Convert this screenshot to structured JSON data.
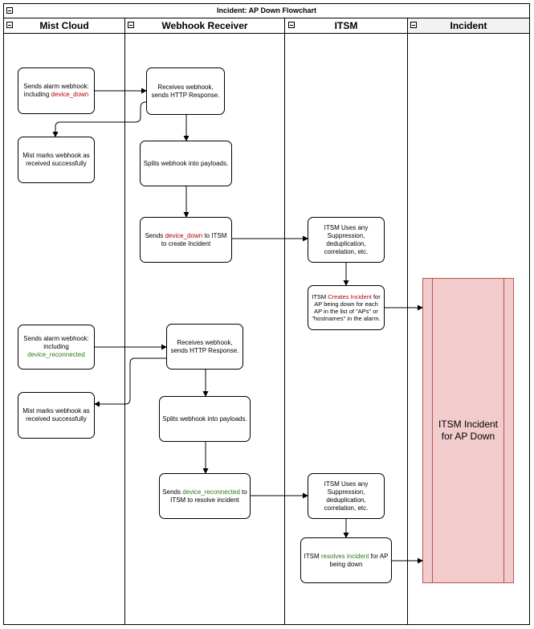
{
  "diagram_title": "Incident: AP Down Flowchart",
  "lanes": [
    {
      "label": "Mist Cloud"
    },
    {
      "label": "Webhook Receiver"
    },
    {
      "label": "ITSM"
    },
    {
      "label": "Incident"
    }
  ],
  "nodes": {
    "mist_alarm_down": {
      "pre": "Sends alarm webhook: including ",
      "hl": "device_down",
      "post": ""
    },
    "mist_received_1": {
      "text": "Mist marks webhook as received successfully"
    },
    "wh_receive_1": {
      "text": "Receives webhook, sends HTTP Response."
    },
    "wh_split_1": {
      "text": "Splits webhook into payloads."
    },
    "wh_send_down": {
      "pre": "Sends ",
      "hl": "device_down",
      "post": " to ITSM to create Incident"
    },
    "itsm_suppress_1": {
      "text": "ITSM Uses any Suppression, deduplication, correlation, etc."
    },
    "itsm_create": {
      "pre": "ITSM ",
      "hl": "Creates Incident",
      "post": " for AP being down for each AP in the list of \"APs\" or \"hostnames\" in the alarm."
    },
    "mist_alarm_reconnected": {
      "pre": "Sends alarm webhook: including ",
      "hl": "device_reconnected",
      "post": ""
    },
    "mist_received_2": {
      "text": "Mist marks webhook as received successfully"
    },
    "wh_receive_2": {
      "text": "Receives webhook, sends HTTP Response."
    },
    "wh_split_2": {
      "text": "Splits webhook into payloads."
    },
    "wh_send_reconnected": {
      "pre": "Sends ",
      "hl": "device_reconnected",
      "post": " to ITSM to resolve incident"
    },
    "itsm_suppress_2": {
      "text": "ITSM Uses any Suppression, deduplication, correlation, etc."
    },
    "itsm_resolve": {
      "pre": "ITSM ",
      "hl": "resolves incident",
      "post": " for AP being down"
    },
    "incident_bar": {
      "text": "ITSM Incident for AP Down"
    }
  },
  "colors": {
    "down_highlight": "#b20000",
    "reconnected_highlight": "#2a7a1a",
    "incident_fill": "#f2cccc",
    "incident_stroke": "#b85450",
    "incident_header_fill": "#f2f2f2"
  }
}
